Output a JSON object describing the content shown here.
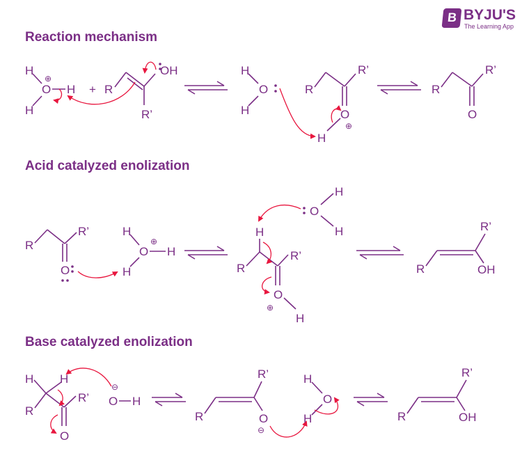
{
  "brand": {
    "name": "BYJU'S",
    "tagline": "The Learning App",
    "mark": "B"
  },
  "sections": [
    {
      "title": "Reaction mechanism"
    },
    {
      "title": "Acid catalyzed enolization"
    },
    {
      "title": "Base catalyzed enolization"
    }
  ],
  "labels": {
    "H": "H",
    "O": "O",
    "R": "R",
    "R_prime": "R’",
    "OH": "OH",
    "plus": "+",
    "plus_charge": "⊕",
    "minus_charge": "⊖",
    "lone_pair": ":"
  },
  "colors": {
    "structure": "#7b2f86",
    "electron_arrow": "#e8173f",
    "background": "#ffffff"
  }
}
